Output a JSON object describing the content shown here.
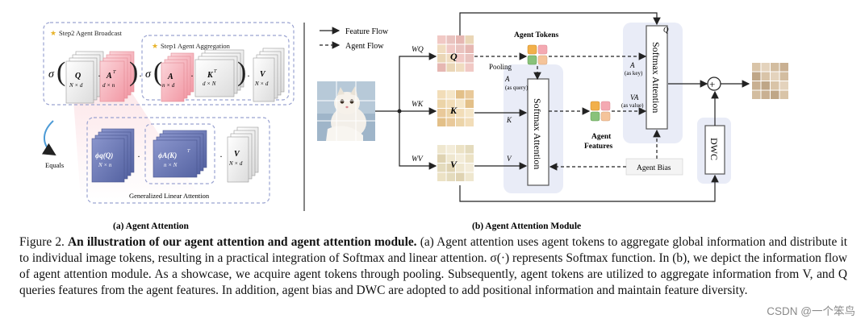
{
  "left_panel": {
    "step2_label": "Step2  Agent Broadcast",
    "step1_label": "Step1  Agent Aggregation",
    "sigma": "σ",
    "q_symbol": "Q",
    "q_dims": "N × d",
    "at_symbol": "A",
    "at_sup": "T",
    "at_dims": "d × n",
    "a_symbol": "A",
    "a_dims": "n × d",
    "kt_symbol": "K",
    "kt_sup": "T",
    "kt_dims": "d × N",
    "v_symbol": "V",
    "v_dims": "N × d",
    "equals_label": "Equals",
    "phi_q_symbol": "ϕq(Q)",
    "phi_q_dims": "N × n",
    "phi_a_symbol": "ϕA(K)",
    "phi_a_sup": "T",
    "phi_a_dims": "n × N",
    "v2_symbol": "V",
    "v2_dims": "N × d",
    "gla_label": "Generalized Linear Attention",
    "dot": "·",
    "panel_caption": "(a) Agent Attention"
  },
  "right_panel": {
    "legend_feature_flow": "Feature Flow",
    "legend_agent_flow": "Agent Flow",
    "wq_label": "WQ",
    "wk_label": "WK",
    "wv_label": "WV",
    "q_label": "Q",
    "k_label": "K",
    "v_label": "V",
    "agent_tokens_label": "Agent Tokens",
    "pooling_label": "Pooling",
    "a_query_label": "A",
    "a_query_note": "(as query)",
    "k_arrow_label": "K",
    "v_arrow_label": "V",
    "softmax_mid_label": "Softmax Attention",
    "agent_features_line1": "Agent",
    "agent_features_line2": "Features",
    "a_key_label": "A",
    "a_key_note": "(as key)",
    "va_label": "VA",
    "va_note": "(as value)",
    "q_top_label": "Q",
    "softmax_right_label": "Softmax Attention",
    "agent_bias_label": "Agent Bias",
    "dwc_label": "DWC",
    "plus_symbol": "⊕",
    "panel_caption": "(b) Agent Attention Module"
  },
  "caption": {
    "fig_label": "Figure 2.",
    "bold_title": "An illustration of our agent attention and agent attention module.",
    "body": "(a) Agent attention uses agent tokens to aggregate global information and distribute it to individual image tokens, resulting in a practical integration of Softmax and linear attention. σ(·) represents Softmax function. In (b), we depict the information flow of agent attention module. As a showcase, we acquire agent tokens through pooling. Subsequently, agent tokens are utilized to aggregate information from V, and Q queries features from the agent features. In addition, agent bias and DWC are adopted to add positional information and maintain feature diversity."
  },
  "watermark": "CSDN @一个笨鸟",
  "colors": {
    "pink": "#f4a9b2",
    "pink_light": "#fde3e6",
    "navy": "#6e7bb5",
    "grid_tan": "#e8d7b4",
    "grid_brown": "#c9a77a",
    "panel_bg": "#e9ecf7",
    "agent_orange": "#f2b04a",
    "agent_pink": "#f4a9b2",
    "agent_green": "#89c27a",
    "agent_peach": "#f5c49a"
  }
}
